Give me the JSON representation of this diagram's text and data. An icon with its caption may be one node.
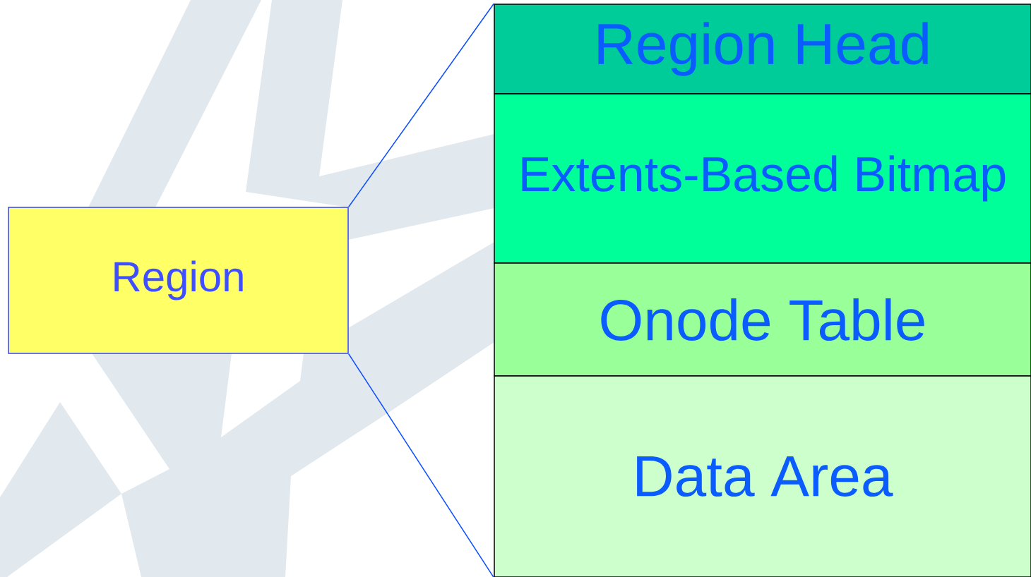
{
  "diagram": {
    "nodes": [
      {
        "text": [
          "Region"
        ]
      },
      {
        "text": [
          "Region Head"
        ]
      },
      {
        "text": [
          "Extents-Based Bitmap"
        ]
      },
      {
        "text": [
          "Onode Table"
        ]
      },
      {
        "text": [
          "Data Area"
        ]
      }
    ],
    "edges": [
      {
        "from": 0,
        "to": 1,
        "arrow": "none"
      },
      {
        "from": 0,
        "to": 4,
        "arrow": "none"
      }
    ]
  }
}
